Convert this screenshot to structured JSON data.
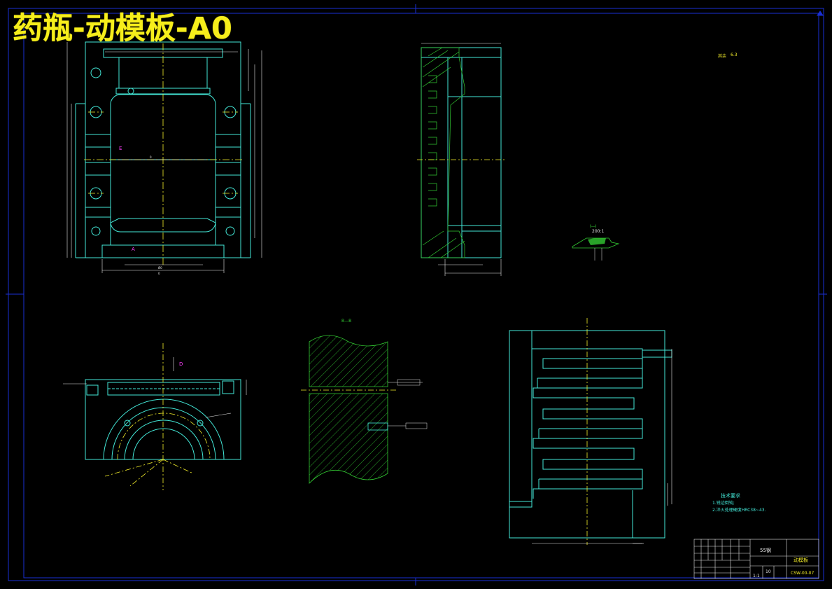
{
  "title": "药瓶-动模板-A0",
  "colors": {
    "background": "#000000",
    "outline": "#43e8d8",
    "centerline": "#f5ef2b",
    "section": "#33cc33",
    "dimension": "#e8e8e8",
    "border": "#1a2fd6",
    "annotation": "#ff40ff",
    "title_text": "#f6ee1b"
  },
  "labels": {
    "view_section_a": "A",
    "view_d": "D",
    "view_e": "E",
    "detail_title": "Ⅰ—Ⅰ",
    "detail_scale": "200:1",
    "section_bb": "B—B",
    "roughness_note": "其余",
    "roughness_value": "6.3"
  },
  "tech_requirements": {
    "heading": "技术要求",
    "items": [
      "1.锐边倒钝;",
      "2.淬火处理硬度HRC38~43."
    ]
  },
  "title_block": {
    "material": "55钢",
    "part_name": "动模板",
    "drawing_no": "CSW-00-07",
    "scale": "1:1",
    "sheet": "10"
  }
}
